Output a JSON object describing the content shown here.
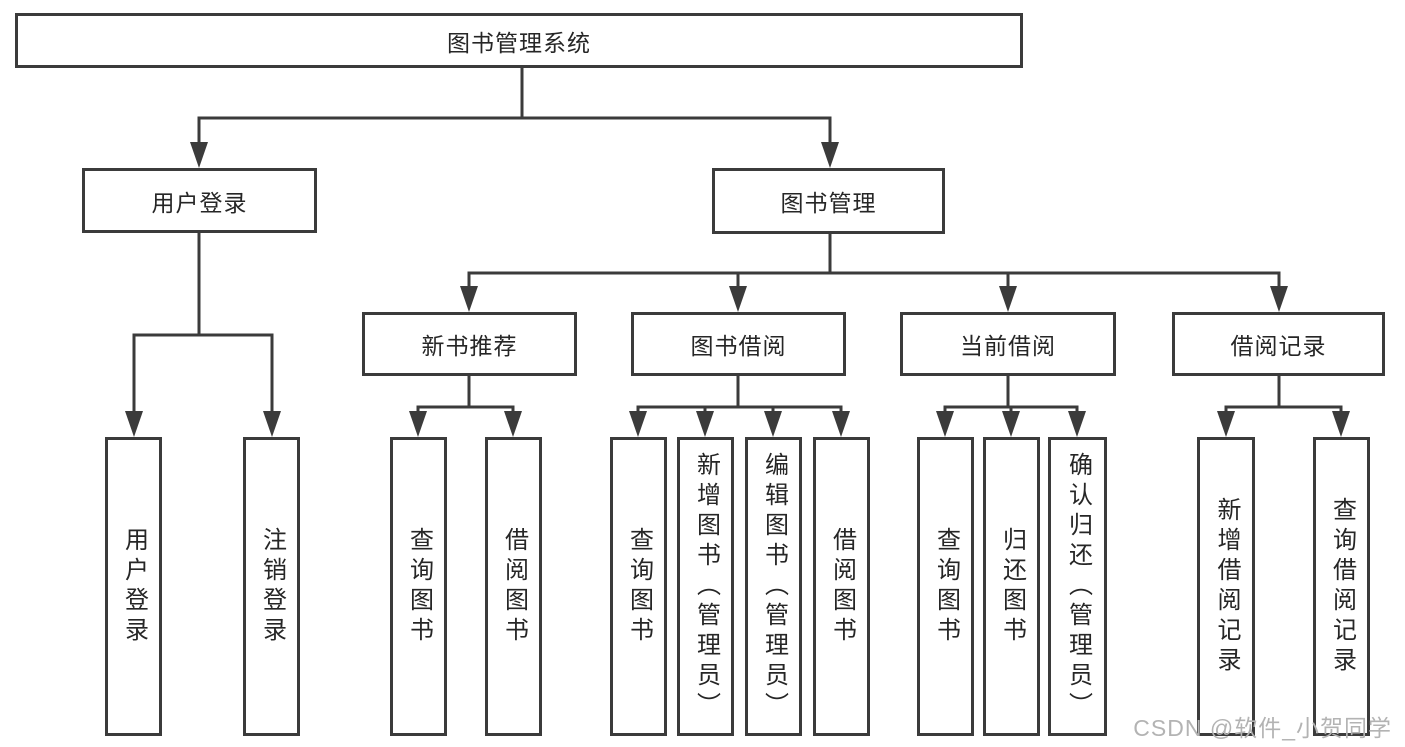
{
  "diagram": {
    "root": {
      "label": "图书管理系统"
    },
    "level2": [
      {
        "label": "用户登录"
      },
      {
        "label": "图书管理"
      }
    ],
    "level3": [
      {
        "label": "新书推荐"
      },
      {
        "label": "图书借阅"
      },
      {
        "label": "当前借阅"
      },
      {
        "label": "借阅记录"
      }
    ],
    "leaves": [
      {
        "label": "用户登录"
      },
      {
        "label": "注销登录"
      },
      {
        "label": "查询图书"
      },
      {
        "label": "借阅图书"
      },
      {
        "label": "查询图书"
      },
      {
        "label": "新增图书（管理员）"
      },
      {
        "label": "编辑图书（管理员）"
      },
      {
        "label": "借阅图书"
      },
      {
        "label": "查询图书"
      },
      {
        "label": "归还图书"
      },
      {
        "label": "确认归还（管理员）"
      },
      {
        "label": "新增借阅记录"
      },
      {
        "label": "查询借阅记录"
      }
    ]
  },
  "watermark": {
    "text": "CSDN @软件_小贺同学"
  },
  "colors": {
    "line": "#3b3b3b",
    "text": "#262626",
    "watermark": "#b3b3b3",
    "background": "#ffffff"
  }
}
